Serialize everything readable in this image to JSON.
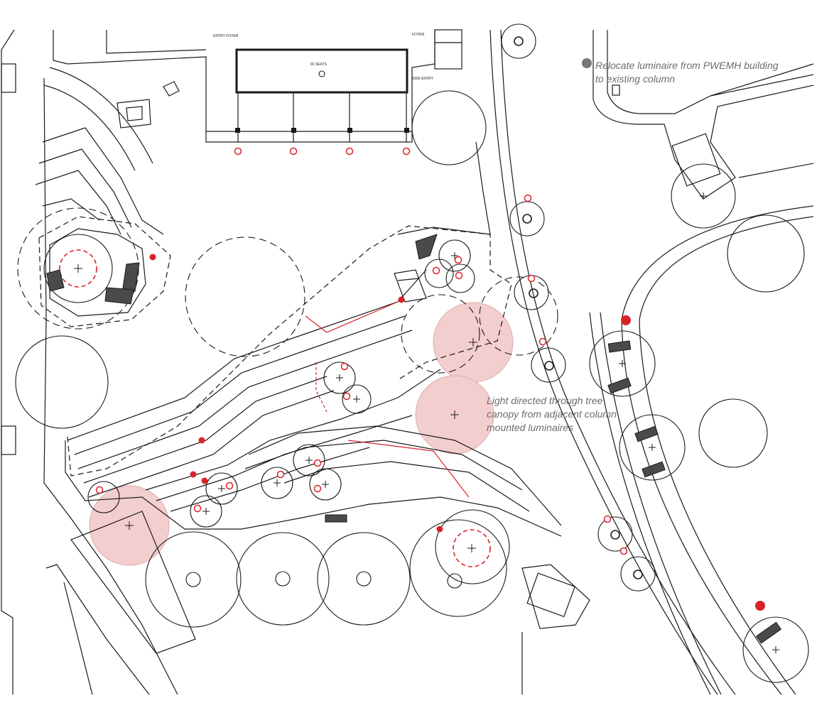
{
  "annotations": {
    "relocate_note_line1": "Relocate luminaire from PWEMH building",
    "relocate_note_line2": "to existing column",
    "tree_note_line1": "Light directed through tree",
    "tree_note_line2": "canopy from adjacent column",
    "tree_note_line3": "mounted luminaires"
  },
  "building_labels": {
    "entry_foyer_left": "ENTRY FOYER",
    "foyer_right": "FOYER",
    "seats": "65 SEATS",
    "side_entry": "SIDE ENTRY"
  },
  "colors": {
    "linework": "#1a1a1a",
    "luminaire_marker": "#d9232a",
    "tree_glow_fill": "#f2c9c9",
    "annotation_text": "#6d6d6d",
    "legend_dot": "#777777"
  }
}
